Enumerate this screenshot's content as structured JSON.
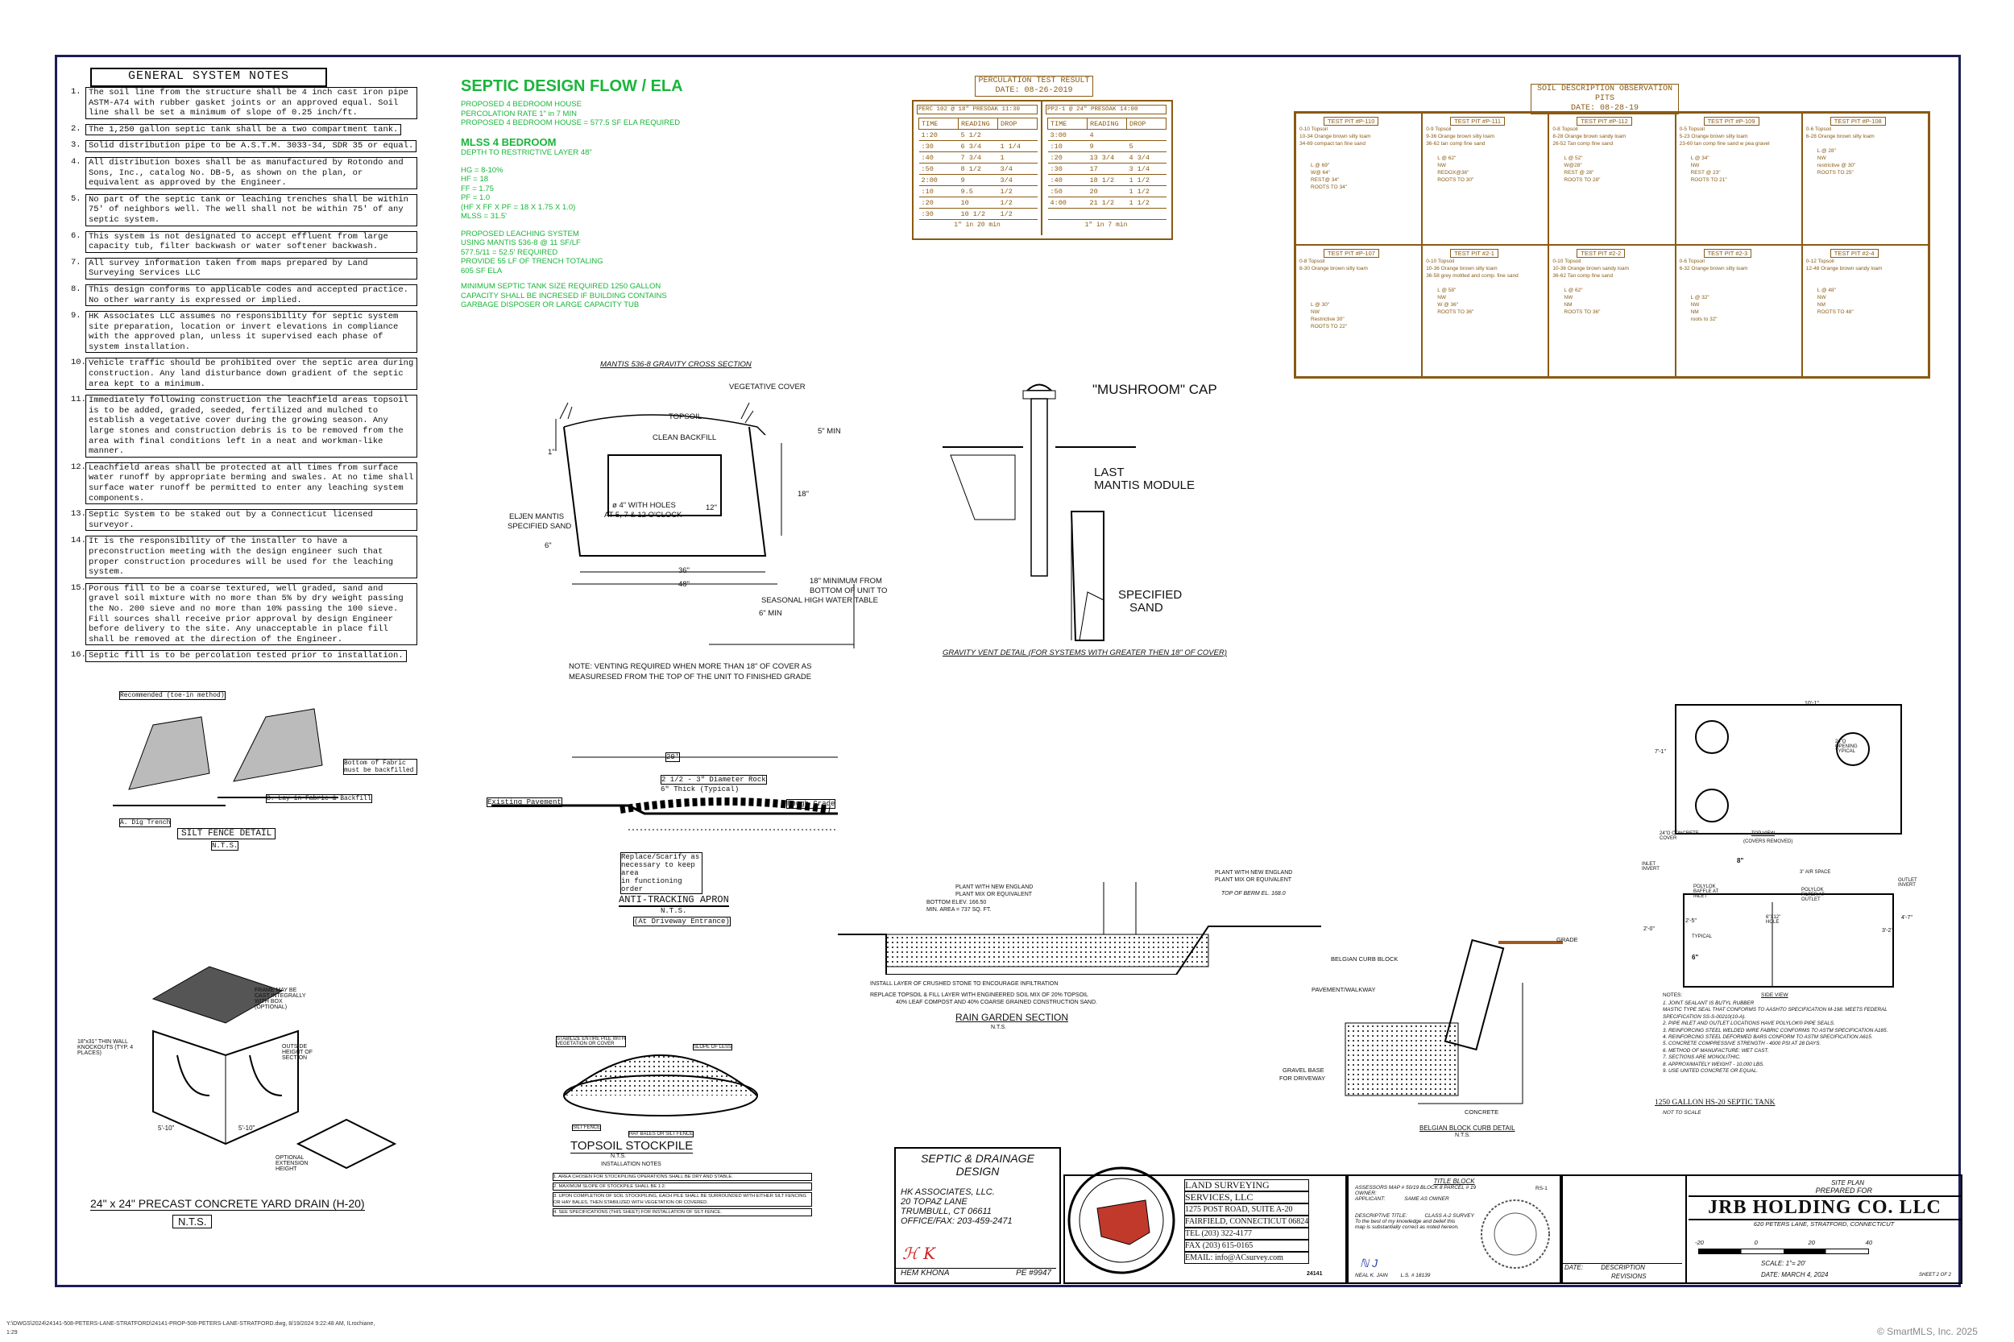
{
  "general_notes": {
    "title": "GENERAL SYSTEM NOTES",
    "items": [
      {
        "n": "1.",
        "t": "The soil line from the structure shall be 4 inch cast iron pipe ASTM-A74 with rubber gasket joints or an approved equal. Soil line shall be set a minimum of slope of 0.25 inch/ft."
      },
      {
        "n": "2.",
        "t": "The 1,250 gallon septic tank shall be a two compartment tank."
      },
      {
        "n": "3.",
        "t": "Solid distribution pipe to be A.S.T.M. 3033-34, SDR 35 or equal."
      },
      {
        "n": "4.",
        "t": "All distribution boxes shall be as manufactured by Rotondo and Sons, Inc., catalog No. DB-5, as shown on the plan, or equivalent as approved by the Engineer."
      },
      {
        "n": "5.",
        "t": "No part of the septic tank or leaching trenches shall be within 75' of neighbors well. The well shall not be within 75' of any septic system."
      },
      {
        "n": "6.",
        "t": "This system is not designated to accept effluent from large capacity tub, filter backwash or water softener backwash."
      },
      {
        "n": "7.",
        "t": "All survey information taken from maps prepared by Land Surveying Services LLC"
      },
      {
        "n": "8.",
        "t": "This design conforms to applicable codes and accepted practice. No other warranty is expressed or implied."
      },
      {
        "n": "9.",
        "t": "HK Associates LLC assumes no responsibility for septic system site preparation, location or invert elevations in compliance with the approved plan, unless it supervised each phase of system installation."
      },
      {
        "n": "10.",
        "t": "Vehicle traffic should be prohibited over the septic area during construction. Any land disturbance down gradient of the septic area kept to a minimum."
      },
      {
        "n": "11.",
        "t": "Immediately following construction the leachfield areas topsoil is to be added, graded, seeded, fertilized and mulched to establish a vegetative cover during the growing season. Any large stones and construction debris is to be removed from the area with final conditions left in a neat and workman-like manner."
      },
      {
        "n": "12.",
        "t": "Leachfield areas shall be protected at all times from surface water runoff by appropriate berming and swales. At no time shall surface water runoff be permitted to enter any leaching system components."
      },
      {
        "n": "13.",
        "t": "Septic System to be staked out by a Connecticut licensed surveyor."
      },
      {
        "n": "14.",
        "t": "It is the responsibility of the installer to have a preconstruction meeting with the design engineer such that proper construction procedures will be used for the leaching system."
      },
      {
        "n": "15.",
        "t": "Porous fill to be a coarse textured, well graded, sand and gravel soil mixture with no more than 5% by dry weight passing the No. 200 sieve and no more than 10% passing the 100 sieve. Fill sources shall receive prior approval by design Engineer before delivery to the site. Any unacceptable in place fill shall be removed at the direction of the Engineer."
      },
      {
        "n": "16.",
        "t": "Septic fill is to be percolation tested prior to installation."
      }
    ]
  },
  "septic_flow": {
    "title": "SEPTIC DESIGN FLOW / ELA",
    "lines1": [
      "PROPOSED 4 BEDROOM HOUSE",
      "PERCOLATION RATE 1\" in 7 MIN",
      "PROPOSED 4 BEDROOM HOUSE = 577.5 SF ELA REQUIRED"
    ],
    "mlss_title": "MLSS 4 BEDROOM",
    "mlss_sub": "DEPTH TO RESTRICTIVE LAYER 48\"",
    "lines2": [
      "HG = 8-10%",
      "HF = 18",
      "FF = 1.75",
      "PF = 1.0",
      "(HF X FF X PF = 18 X 1.75 X 1.0)",
      "MLSS = 31.5'"
    ],
    "lines3": [
      "PROPOSED LEACHING SYSTEM",
      "USING MANTIS 536-8 @ 11 SF/LF",
      "577.5/11 = 52.5' REQUIRED",
      "PROVIDE 55 LF OF TRENCH TOTALING",
      "605 SF ELA"
    ],
    "lines4": [
      "MINIMUM SEPTIC TANK SIZE REQUIRED 1250 GALLON",
      "CAPACITY SHALL BE INCRESED IF BUILDING CONTAINS",
      "GARBAGE DISPOSER OR LARGE CAPACITY TUB"
    ]
  },
  "perc": {
    "title": "PERCULATION TEST RESULT",
    "date": "DATE: 08-26-2019",
    "left_head": "PERC 102 @ 18\" PRESOAK 11:30",
    "right_head": "PP2-1 @ 24\" PRESOAK 14:00",
    "cols": [
      "TIME",
      "READING",
      "DROP"
    ],
    "left_rows": [
      [
        "1:20",
        "5 1/2",
        ""
      ],
      [
        ":30",
        "6 3/4",
        "1 1/4"
      ],
      [
        ":40",
        "7 3/4",
        "1"
      ],
      [
        ":50",
        "8 1/2",
        "3/4"
      ],
      [
        "2:00",
        "9",
        "3/4"
      ],
      [
        ":10",
        "9.5",
        "1/2"
      ],
      [
        ":20",
        "10",
        "1/2"
      ],
      [
        ":30",
        "10 1/2",
        "1/2"
      ]
    ],
    "right_rows": [
      [
        "3:00",
        "4",
        ""
      ],
      [
        ":10",
        "9",
        "5"
      ],
      [
        ":20",
        "13 3/4",
        "4 3/4"
      ],
      [
        ":30",
        "17",
        "3 1/4"
      ],
      [
        ":40",
        "18 1/2",
        "1 1/2"
      ],
      [
        ":50",
        "20",
        "1 1/2"
      ],
      [
        "4:00",
        "21 1/2",
        "1 1/2"
      ],
      [
        "",
        "",
        " "
      ]
    ],
    "left_foot": "1\" in 20 min",
    "right_foot": "1\" in 7 min"
  },
  "soil": {
    "title": "SOIL DESCRIPTION OBSERVATION PITS",
    "date": "DATE: 08-28-19",
    "pits": [
      {
        "h": "TEST PIT #P-110",
        "t": [
          "0-10  Topsoil",
          "10-34 Orange brown silty loam",
          "34-69  compact tan fine sand",
          "",
          "",
          "L @ 69\"",
          "W@ 64\"",
          "REST@ 34\"",
          "ROOTS TO 34\""
        ]
      },
      {
        "h": "TEST PIT #P-111",
        "t": [
          "0-9  Topsoil",
          "9-36  Orange brown silty loam",
          "36-62 tan comp fine sand",
          "",
          "L @ 62\"",
          "NW",
          "REDOX@36\"",
          "ROOTS TO 30\""
        ]
      },
      {
        "h": "TEST PIT #P-112",
        "t": [
          "0-8  Topsoil",
          "8-28  Orange brown sandy loam",
          "26-52 Tan comp fine sand",
          "",
          "L @ 52\"",
          "W@28\"",
          "REST @ 28\"",
          "ROOTS TO 28\""
        ]
      },
      {
        "h": "TEST PIT #P-109",
        "t": [
          "0-5  Topsoil",
          "5-23  Orange brown silty loam",
          "23-60 tan comp fine sand w pea gravel",
          "",
          "L @ 34\"",
          "NW",
          "REST @ 23\"",
          "ROOTS TO 21\""
        ]
      },
      {
        "h": "TEST PIT #P-108",
        "t": [
          "0-6  Topsoil",
          "6-28  Orange brown silty loam",
          "",
          "L @ 28\"",
          "NW",
          "restrictive @ 30\"",
          "ROOTS TO 25\""
        ]
      },
      {
        "h": "TEST PIT #P-107",
        "t": [
          "0-8  Topsoil",
          "8-30  Orange brown silty loam",
          "",
          "",
          "",
          "",
          "L @ 30\"",
          "NW",
          "Restrictive 30\"",
          "ROOTS TO 22\""
        ]
      },
      {
        "h": "TEST PIT #2-1",
        "t": [
          "0-10  Topsoil",
          "10-36 Orange brown silty loam",
          "36-58 grey mottled and comp. fine sand",
          "",
          "L @ 58\"",
          "NW",
          "W @ 36\"",
          "ROOTS TO 36\""
        ]
      },
      {
        "h": "TEST PIT #2-2",
        "t": [
          "0-10  Topsoil",
          "10-36 Orange brown sandy loam",
          "36-62 Tan comp fine sand",
          "",
          "L @ 62\"",
          "NW",
          "NM",
          "ROOTS TO 36\""
        ]
      },
      {
        "h": "TEST PIT #2-3",
        "t": [
          "0-6  Topsoil",
          "6-32  Orange brown silty loam",
          "",
          "",
          "",
          "L @ 32\"",
          "NW",
          "NM",
          "roots to 32\""
        ]
      },
      {
        "h": "TEST PIT #2-4",
        "t": [
          "0-12  Topsoil",
          "12-48 Orange brown sandy loam",
          "",
          "",
          "L @ 48\"",
          "NW",
          "NM",
          "ROOTS TO 48\""
        ]
      }
    ]
  },
  "mantis": {
    "title": "MANTIS 536-8 GRAVITY CROSS SECTION",
    "labels": [
      "VEGETATIVE COVER",
      "TOPSOIL",
      "CLEAN BACKFILL",
      "5\" MIN",
      "1\"",
      "18\"",
      "12\"",
      "ø 4\" WITH HOLES",
      "AT 5, 7 & 12 O'CLOCK",
      "ELJEN MANTIS",
      "SPECIFIED SAND",
      "6\"",
      "36\"",
      "48\"",
      "18\" MINIMUM FROM",
      "BOTTOM OF UNIT TO",
      "SEASONAL HIGH WATER TABLE",
      "6\" MIN"
    ],
    "note1": "NOTE: VENTING REQUIRED WHEN MORE THAN 18\" OF COVER AS",
    "note2": "MEASURESED FROM THE TOP OF THE UNIT TO FINISHED GRADE"
  },
  "vent": {
    "cap": "\"MUSHROOM\" CAP",
    "last1": "LAST",
    "last2": "MANTIS MODULE",
    "sand1": "SPECIFIED",
    "sand2": "SAND",
    "title": "GRAVITY VENT DETAIL (FOR SYSTEMS WITH GREATER THEN 18\" OF COVER)"
  },
  "silt": {
    "recommended": "Recommended (toe-in method)",
    "bottom": "Bottom of Fabric must be backfilled",
    "lay": "B. Lay in Fabric & Backfill",
    "dig": "A. Dig Trench",
    "title": "SILT FENCE DETAIL",
    "nts": "N.T.S."
  },
  "apron": {
    "dim": "20'",
    "rock1": "2 1/2 - 3\" Diameter Rock",
    "rock2": "6\" Thick (Typical)",
    "existing": "Existing Pavement",
    "rough": "Rough Grade",
    "replace1": "Replace/Scarify as",
    "replace2": "necessary to keep area",
    "replace3": "in functioning order",
    "title": "ANTI-TRACKING APRON",
    "nts": "N.T.S.",
    "sub": "(At Driveway Entrance)"
  },
  "rain": {
    "l1": "PLANT WITH NEW ENGLAND",
    "l2": "PLANT MIX OR EQUIVALENT",
    "l3": "BOTTOM ELEV. 166.50",
    "l4": "MIN. AREA = 737 SQ. FT.",
    "r1": "PLANT WITH NEW ENGLAND",
    "r2": "PLANT MIX OR EQUIVALENT",
    "r3": "TOP OF BERM EL. 168.0",
    "n1": "INSTALL LAYER OF CRUSHED STONE TO ENCOURAGE INFILTRATION",
    "n2": "REPLACE TOPSOIL & FILL LAYER WITH ENGINEERED SOIL MIX OF 20% TOPSOIL",
    "n3": "40% LEAF COMPOST AND 40% COARSE GRAINED CONSTRUCTION SAND.",
    "title": "RAIN GARDEN SECTION",
    "nts": "N.T.S."
  },
  "curb": {
    "belgian": "BELGIAN CURB BLOCK",
    "grade": "GRADE",
    "pavement": "PAVEMENT/WALKWAY",
    "gravel1": "GRAVEL BASE",
    "gravel2": "FOR DRIVEWAY",
    "concrete": "CONCRETE",
    "title": "BELGIAN BLOCK CURB DETAIL",
    "nts": "N.T.S."
  },
  "drain": {
    "title": "24\" x 24\" PRECAST CONCRETE YARD DRAIN (H-20)",
    "nts": "N.T.S.",
    "frame": "FRAME MAY BE CAST INTEGRALLY WITH BOX (OPTIONAL)",
    "outside": "OUTSIDE HEIGHT OF SECTION",
    "optional": "OPTIONAL EXTENSION HEIGHT",
    "pipe": "18\"x31\" THIN WALL KNOCKOUTS (TYP. 4 PLACES)",
    "d1": "5'-10\"",
    "d2": "5'-10\""
  },
  "stockpile": {
    "title": "TOPSOIL STOCKPILE",
    "nts": "N.T.S.",
    "install": "INSTALLATION NOTES",
    "n1": "1. AREA CHOSEN FOR STOCKPILING OPERATIONS SHALL BE DRY AND STABLE.",
    "n2": "2. MAXIMUM SLOPE OF STOCKPILE SHALL BE 1:2.",
    "n3": "3. UPON COMPLETION OF SOIL STOCKPILING, EACH PILE SHALL BE SURROUNDED WITH EITHER SILT FENCING OR HAY BALES, THEN STABILIZED WITH VEGETATION OR COVERED.",
    "n4": "4. SEE SPECIFICATIONS (THIS SHEET) FOR INSTALLATION OF SILT FENCE.",
    "stab": "STABILIZE ENTIRE PILE WITH VEGETATION OR COVER",
    "slope": "SLOPE OF LESS",
    "silt": "SILT FENCE",
    "hay": "HAY BALES OR SILT FENCE"
  },
  "tank": {
    "dim_top": "10'-1\"",
    "dim_side": "7'-1\"",
    "typical": "24\"O OPENING TYPICAL",
    "top_view": "TOP VIEW",
    "covers": "(COVERS REMOVED)",
    "concrete_cover": "24\"O CONCRETE COVER",
    "inlet": "INLET INVERT",
    "outlet": "OUTLET INVERT",
    "air": "3\" AIR SPACE",
    "baffle": "POLYLOK BAFFLE AT INLET",
    "filter": "POLYLOK FILTER AT OUTLET",
    "hole": "6\"X12\" HOLE",
    "typ": "TYPICAL",
    "d1": "4'-7\"",
    "d2": "3'-2\"",
    "d3": "2'-0\"",
    "d4": "2'-5\"",
    "d5": "6\"",
    "d6": "8\"",
    "side": "SIDE VIEW",
    "notes_title": "NOTES:",
    "notes": [
      "1. JOINT SEALANT IS BUTYL RUBBER",
      "MASTIC TYPE SEAL THAT CONFORMS TO AASHTO SPECIFICATION M-198. MEETS FEDERAL SPECIFICATION SS-S-00210(10-A).",
      "2. PIPE INLET AND OUTLET LOCATIONS HAVE POLYLOK® PIPE SEALS.",
      "3. REINFORCING STEEL WELDED WIRE FABRIC CONFORMS TO ASTM SPECIFICATION A185.",
      "4. REINFORCING STEEL DEFORMED BARS CONFORM TO ASTM SPECIFICATION A615.",
      "5. CONCRETE COMPRESSIVE STRENGTH - 4000 PSI AT 28 DAYS.",
      "6. METHOD OF MANUFACTURE: WET CAST.",
      "7. SECTIONS ARE MONOLITHIC.",
      "8. APPROXIMATELY WEIGHT - 10,000 LBS.",
      "9. USE UNITED CONCRETE OR EQUAL."
    ],
    "title": "1250 GALLON HS-20 SEPTIC TANK",
    "nts": "NOT TO SCALE"
  },
  "designer": {
    "title1": "SEPTIC & DRAINAGE",
    "title2": "DESIGN",
    "firm": "HK ASSOCIATES, LLC.",
    "addr1": "20 TOPAZ LANE",
    "addr2": "TRUMBULL, CT 06611",
    "phone": "OFFICE/FAX: 203-459-2471",
    "name": "HEM KHONA",
    "pe": "PE #9947"
  },
  "surveyor": {
    "l1": "LAND SURVEYING",
    "l2": "SERVICES, LLC",
    "l3": "1275 POST ROAD, SUITE A-20",
    "l4": "FAIRFIELD, CONNECTICUT 06824",
    "l5": "TEL (203) 322-4177",
    "l6": "FAX (203) 615-0165",
    "l7": "EMAIL: info@ACsurvey.com",
    "job": "24141"
  },
  "title_block": {
    "title": "TITLE BLOCK",
    "map": "ASSESSORS MAP #  50/19 BLOCK 8  PARCEL # 19",
    "owner": "OWNER:",
    "applicant": "APPLICANT:",
    "same": "SAME AS OWNER",
    "desc": "DESCRIPTIVE TITLE:",
    "cls": "CLASS A-2 SURVEY",
    "cert1": "To the best of my knowledge and belief this",
    "cert2": "map is substantially correct as noted hereon.",
    "surveyor": "NEAL K. JAIN",
    "lic": "L.S. # 18139",
    "rs": "RS-1"
  },
  "revisions": {
    "date": "DATE:",
    "desc": "DESCRIPTION",
    "title": "REVISIONS"
  },
  "site_plan": {
    "l1": "SITE PLAN",
    "l2": "PREPARED FOR",
    "owner": "JRB HOLDING CO. LLC",
    "addr": "620 PETERS LANE, STRATFORD, CONNECTICUT",
    "s1": "-20",
    "s2": "0",
    "s3": "20",
    "s4": "40",
    "scale": "SCALE: 1\"=    20'",
    "date": "DATE:    MARCH 4, 2024",
    "sheet": "SHEET 2 OF 2"
  },
  "footer": {
    "path": "Y:\\DWGS\\2024\\24141-508-PETERS-LANE-STRATFORD\\24141-PROP-508-PETERS-LANE-STRATFORD.dwg, 8/19/2024 9:22:48 AM, ILrochiane,",
    "page": "1:29",
    "copyright": "© SmartMLS, Inc.  2025"
  }
}
